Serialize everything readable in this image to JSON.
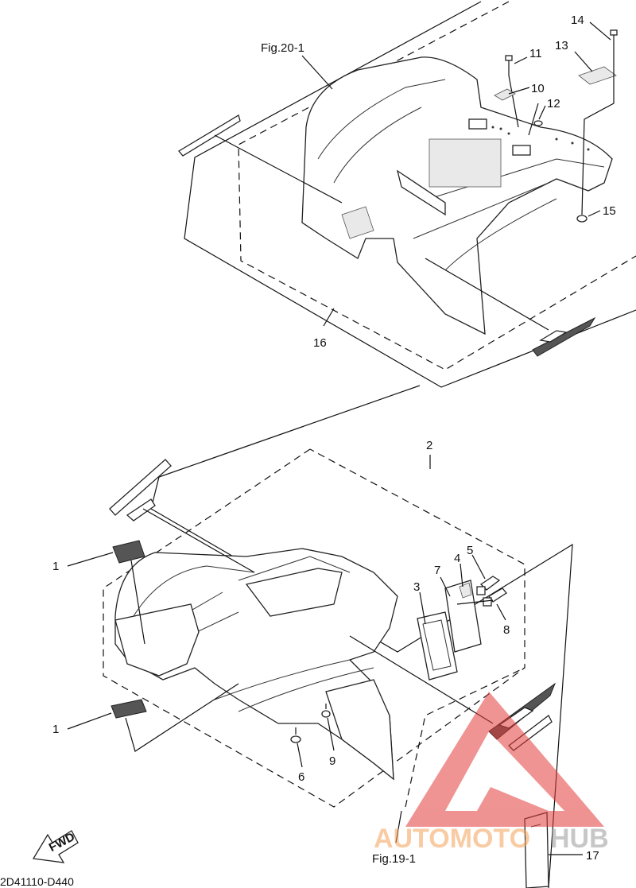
{
  "figure_refs": {
    "top": "Fig.20-1",
    "bottom": "Fig.19-1"
  },
  "diagram_code": "2D41110-D440",
  "fwd_label": "FWD",
  "callouts": {
    "n1a": "1",
    "n1b": "1",
    "n2": "2",
    "n3": "3",
    "n4": "4",
    "n5": "5",
    "n6": "6",
    "n7": "7",
    "n8": "8",
    "n9": "9",
    "n10": "10",
    "n11": "11",
    "n12": "12",
    "n13": "13",
    "n14": "14",
    "n15": "15",
    "n16": "16",
    "n17": "17"
  },
  "watermark": {
    "part1": "AUTOMOTO",
    "part2": "HUB",
    "color_part1": "#f4a259",
    "color_part2": "#9a9a9a",
    "triangle_color": "#e23a3a"
  }
}
